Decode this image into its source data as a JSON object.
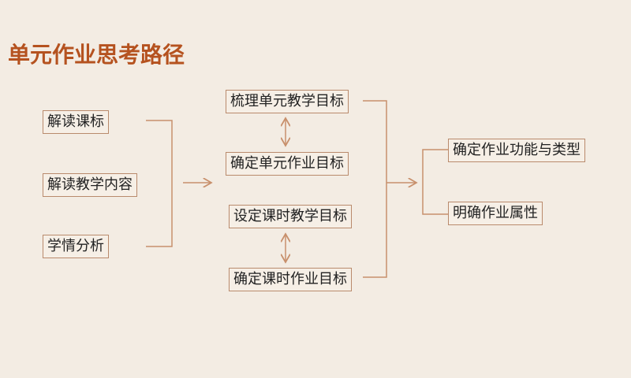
{
  "title": "单元作业思考路径",
  "left": [
    "解读课标",
    "解读教学内容",
    "学情分析"
  ],
  "middle": [
    "梳理单元教学目标",
    "确定单元作业目标",
    "设定课时教学目标",
    "确定课时作业目标"
  ],
  "right": [
    "确定作业功能与类型",
    "明确作业属性"
  ],
  "colors": {
    "title": "#b5521f",
    "line": "#c8906c",
    "background": "#f3ece3"
  }
}
